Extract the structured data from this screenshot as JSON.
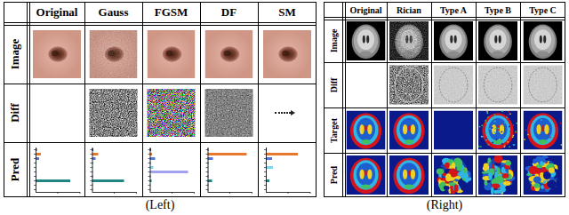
{
  "diagram": {
    "nodes": [
      {
        "text": [
          "(Left)"
        ]
      },
      {
        "text": [
          "(Right)"
        ]
      }
    ],
    "labels": [
      "Original",
      "Gauss",
      "FGSM",
      "DF",
      "SM",
      "Image",
      "Diff",
      "Pred",
      "Original",
      "Rician",
      "Type A",
      "Type B",
      "Type C",
      "Image",
      "Diff",
      "Target",
      "Pred"
    ]
  }
}
